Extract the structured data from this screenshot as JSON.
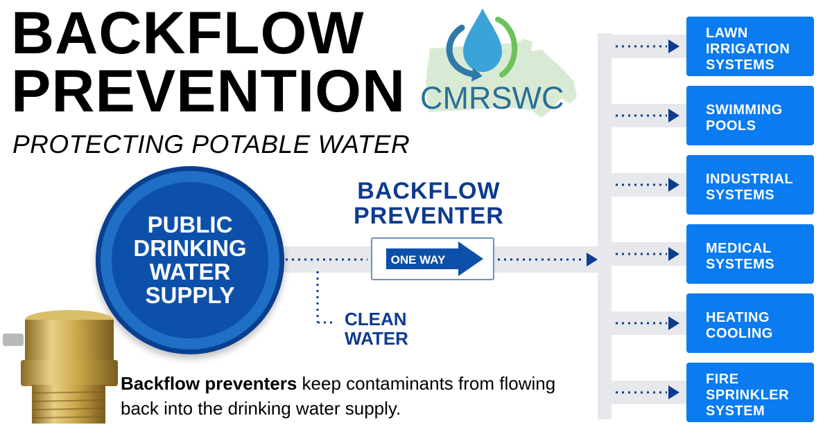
{
  "title": {
    "line1": "BACKFLOW",
    "line2": "PREVENTION"
  },
  "subtitle": "PROTECTING POTABLE WATER",
  "logo": {
    "text": "CMRSWC"
  },
  "source": {
    "lines": [
      "PUBLIC",
      "DRINKING",
      "WATER",
      "SUPPLY"
    ]
  },
  "preventer": {
    "lines": [
      "BACKFLOW",
      "PREVENTER"
    ],
    "sign": "ONE WAY"
  },
  "clean_water": {
    "lines": [
      "CLEAN",
      "WATER"
    ]
  },
  "destinations": [
    {
      "lines": [
        "LAWN",
        "IRRIGATION",
        "SYSTEMS"
      ]
    },
    {
      "lines": [
        "SWIMMING",
        "POOLS"
      ]
    },
    {
      "lines": [
        "INDUSTRIAL",
        "SYSTEMS"
      ]
    },
    {
      "lines": [
        "MEDICAL",
        "SYSTEMS"
      ]
    },
    {
      "lines": [
        "HEATING",
        "COOLING"
      ]
    },
    {
      "lines": [
        "FIRE",
        "SPRINKLER",
        "SYSTEM"
      ]
    }
  ],
  "caption": {
    "bold": "Backflow preventers",
    "rest": " keep contaminants from flowing back into the drinking water supply."
  },
  "colors": {
    "dark_blue": "#0d3b8e",
    "bright_blue": "#0a7bf0",
    "circle_blue": "#0d50aa",
    "logo_teal": "#2a6f96",
    "map_green": "#d5e8cf",
    "pipe_grey": "#e6e8ec",
    "brass": "#c9a64a"
  }
}
